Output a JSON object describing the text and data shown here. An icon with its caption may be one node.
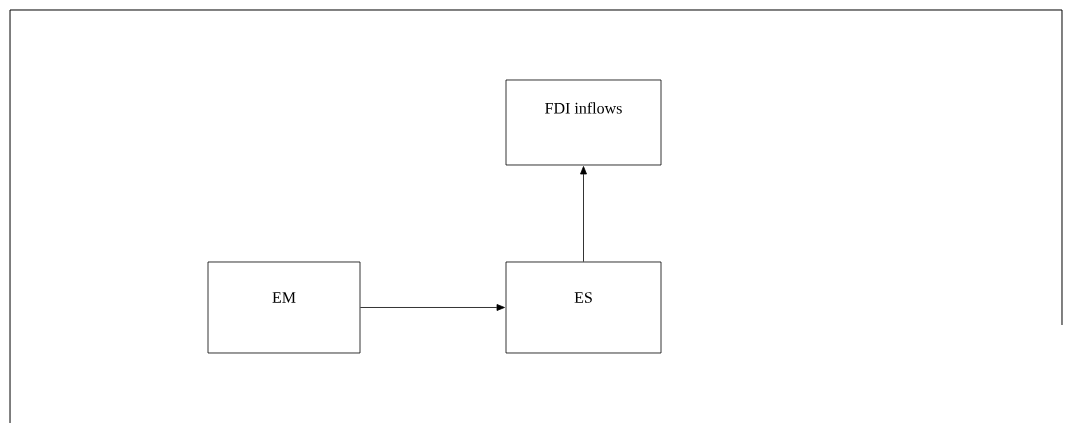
{
  "diagram": {
    "nodes": [
      {
        "text": [
          "FDI inflows"
        ]
      },
      {
        "text": [
          "EM"
        ]
      },
      {
        "text": [
          "ES"
        ]
      }
    ],
    "edges": [
      {
        "from": 1,
        "to": 2,
        "arrow": "to"
      },
      {
        "from": 2,
        "to": 0,
        "arrow": "to"
      }
    ]
  }
}
